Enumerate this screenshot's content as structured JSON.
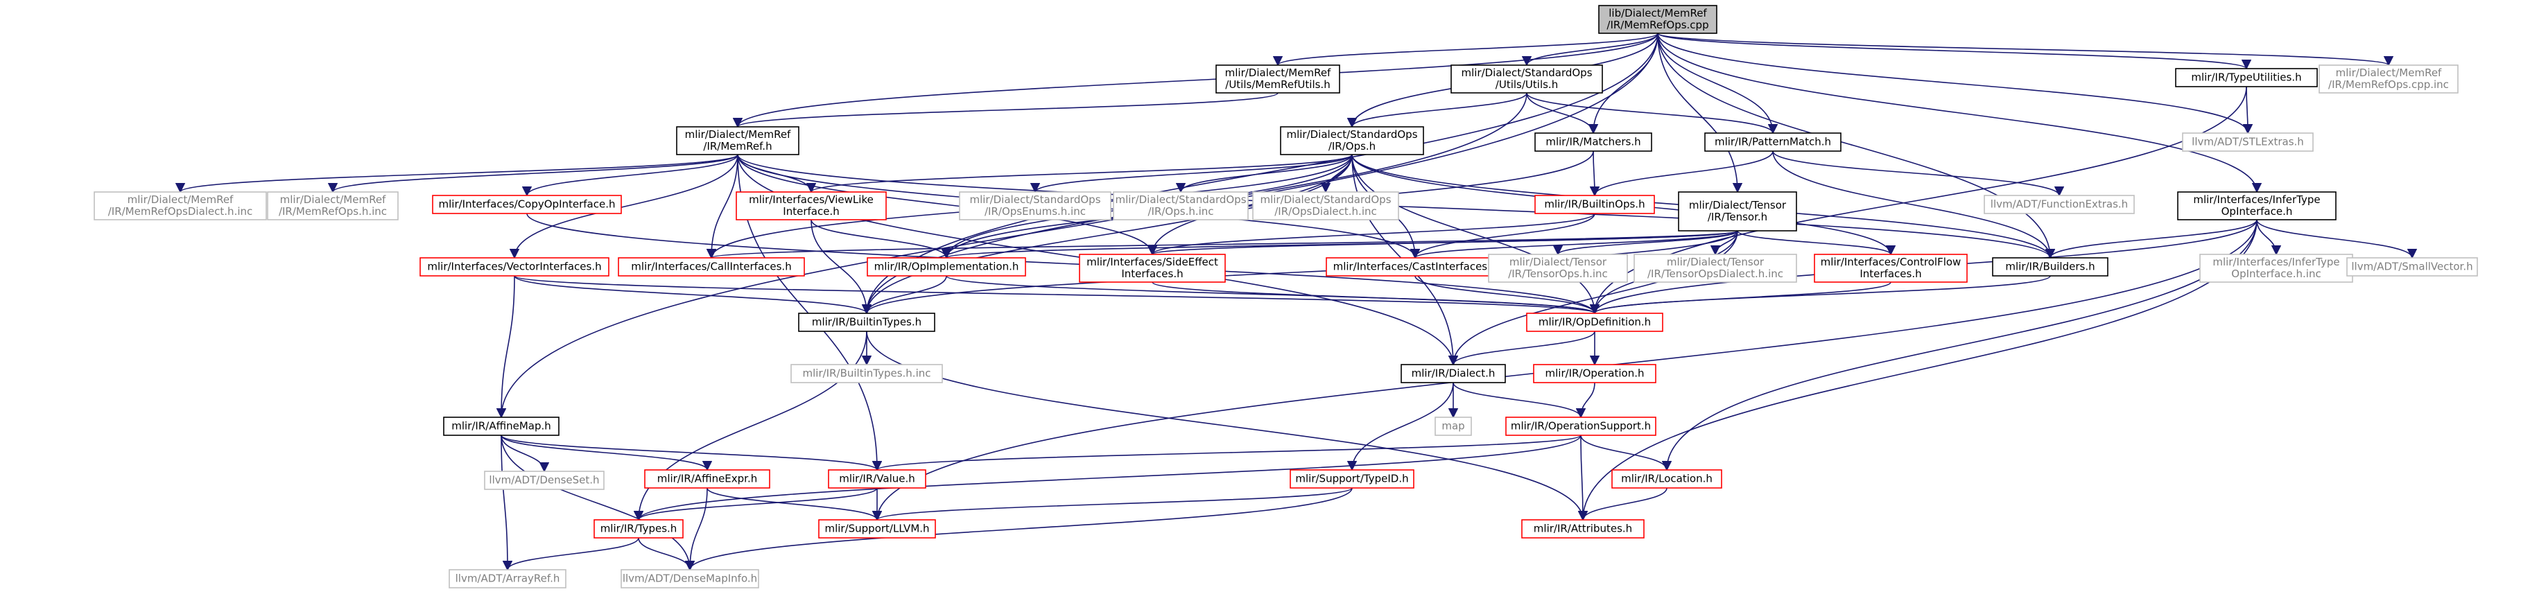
{
  "colors": {
    "edge": "#191970",
    "root_fill": "#bfbfbf",
    "normal_border": "#000000",
    "missing_border": "#bfbfbf",
    "missing_text": "#7f7f7f",
    "truncated_border": "#ff0000",
    "text": "#000000"
  },
  "nodes": [
    {
      "id": "root",
      "lines": [
        "lib/Dialect/MemRef",
        "/IR/MemRefOps.cpp"
      ],
      "kind": "root"
    },
    {
      "id": "memrefutils",
      "lines": [
        "mlir/Dialect/MemRef",
        "/Utils/MemRefUtils.h"
      ],
      "kind": "normal"
    },
    {
      "id": "stdutils",
      "lines": [
        "mlir/Dialect/StandardOps",
        "/Utils/Utils.h"
      ],
      "kind": "normal"
    },
    {
      "id": "typeutil",
      "lines": [
        "mlir/IR/TypeUtilities.h"
      ],
      "kind": "normal"
    },
    {
      "id": "memrefopscppinc",
      "lines": [
        "mlir/Dialect/MemRef",
        "/IR/MemRefOps.cpp.inc"
      ],
      "kind": "missing"
    },
    {
      "id": "memref",
      "lines": [
        "mlir/Dialect/MemRef",
        "/IR/MemRef.h"
      ],
      "kind": "normal"
    },
    {
      "id": "stdops",
      "lines": [
        "mlir/Dialect/StandardOps",
        "/IR/Ops.h"
      ],
      "kind": "normal"
    },
    {
      "id": "matchers",
      "lines": [
        "mlir/IR/Matchers.h"
      ],
      "kind": "normal"
    },
    {
      "id": "patternmatch",
      "lines": [
        "mlir/IR/PatternMatch.h"
      ],
      "kind": "normal"
    },
    {
      "id": "stlextras",
      "lines": [
        "llvm/ADT/STLExtras.h"
      ],
      "kind": "missing"
    },
    {
      "id": "memrefopsdialectinc",
      "lines": [
        "mlir/Dialect/MemRef",
        "/IR/MemRefOpsDialect.h.inc"
      ],
      "kind": "missing"
    },
    {
      "id": "memrefopsinc",
      "lines": [
        "mlir/Dialect/MemRef",
        "/IR/MemRefOps.h.inc"
      ],
      "kind": "missing"
    },
    {
      "id": "copyop",
      "lines": [
        "mlir/Interfaces/CopyOpInterface.h"
      ],
      "kind": "truncated"
    },
    {
      "id": "viewlike",
      "lines": [
        "mlir/Interfaces/ViewLike",
        "Interface.h"
      ],
      "kind": "truncated"
    },
    {
      "id": "opsenums",
      "lines": [
        "mlir/Dialect/StandardOps",
        "/IR/OpsEnums.h.inc"
      ],
      "kind": "missing"
    },
    {
      "id": "opshinc",
      "lines": [
        "mlir/Dialect/StandardOps",
        "/IR/Ops.h.inc"
      ],
      "kind": "missing"
    },
    {
      "id": "opsdialectinc",
      "lines": [
        "mlir/Dialect/StandardOps",
        "/IR/OpsDialect.h.inc"
      ],
      "kind": "missing"
    },
    {
      "id": "builtinops",
      "lines": [
        "mlir/IR/BuiltinOps.h"
      ],
      "kind": "truncated"
    },
    {
      "id": "tensor",
      "lines": [
        "mlir/Dialect/Tensor",
        "/IR/Tensor.h"
      ],
      "kind": "normal"
    },
    {
      "id": "functionextras",
      "lines": [
        "llvm/ADT/FunctionExtras.h"
      ],
      "kind": "missing"
    },
    {
      "id": "infertype",
      "lines": [
        "mlir/Interfaces/InferType",
        "OpInterface.h"
      ],
      "kind": "normal"
    },
    {
      "id": "vectorint",
      "lines": [
        "mlir/Interfaces/VectorInterfaces.h"
      ],
      "kind": "truncated"
    },
    {
      "id": "callint",
      "lines": [
        "mlir/Interfaces/CallInterfaces.h"
      ],
      "kind": "truncated"
    },
    {
      "id": "opimpl",
      "lines": [
        "mlir/IR/OpImplementation.h"
      ],
      "kind": "truncated"
    },
    {
      "id": "sideeffect",
      "lines": [
        "mlir/Interfaces/SideEffect",
        "Interfaces.h"
      ],
      "kind": "truncated"
    },
    {
      "id": "castint",
      "lines": [
        "mlir/Interfaces/CastInterfaces.h"
      ],
      "kind": "truncated"
    },
    {
      "id": "tensoropsinc",
      "lines": [
        "mlir/Dialect/Tensor",
        "/IR/TensorOps.h.inc"
      ],
      "kind": "missing"
    },
    {
      "id": "tensoropsdialectinc",
      "lines": [
        "mlir/Dialect/Tensor",
        "/IR/TensorOpsDialect.h.inc"
      ],
      "kind": "missing"
    },
    {
      "id": "controlflow",
      "lines": [
        "mlir/Interfaces/ControlFlow",
        "Interfaces.h"
      ],
      "kind": "truncated"
    },
    {
      "id": "builders",
      "lines": [
        "mlir/IR/Builders.h"
      ],
      "kind": "normal"
    },
    {
      "id": "infertypeinc",
      "lines": [
        "mlir/Interfaces/InferType",
        "OpInterface.h.inc"
      ],
      "kind": "missing"
    },
    {
      "id": "smallvector",
      "lines": [
        "llvm/ADT/SmallVector.h"
      ],
      "kind": "missing"
    },
    {
      "id": "builtintypes",
      "lines": [
        "mlir/IR/BuiltinTypes.h"
      ],
      "kind": "normal"
    },
    {
      "id": "opdef",
      "lines": [
        "mlir/IR/OpDefinition.h"
      ],
      "kind": "truncated"
    },
    {
      "id": "builtintypesinc",
      "lines": [
        "mlir/IR/BuiltinTypes.h.inc"
      ],
      "kind": "missing"
    },
    {
      "id": "dialect",
      "lines": [
        "mlir/IR/Dialect.h"
      ],
      "kind": "normal"
    },
    {
      "id": "operation",
      "lines": [
        "mlir/IR/Operation.h"
      ],
      "kind": "truncated"
    },
    {
      "id": "map",
      "lines": [
        "map"
      ],
      "kind": "missing"
    },
    {
      "id": "opsupport",
      "lines": [
        "mlir/IR/OperationSupport.h"
      ],
      "kind": "truncated"
    },
    {
      "id": "affinemap",
      "lines": [
        "mlir/IR/AffineMap.h"
      ],
      "kind": "normal"
    },
    {
      "id": "denseset",
      "lines": [
        "llvm/ADT/DenseSet.h"
      ],
      "kind": "missing"
    },
    {
      "id": "affineexpr",
      "lines": [
        "mlir/IR/AffineExpr.h"
      ],
      "kind": "truncated"
    },
    {
      "id": "value",
      "lines": [
        "mlir/IR/Value.h"
      ],
      "kind": "truncated"
    },
    {
      "id": "typeid",
      "lines": [
        "mlir/Support/TypeID.h"
      ],
      "kind": "truncated"
    },
    {
      "id": "location",
      "lines": [
        "mlir/IR/Location.h"
      ],
      "kind": "truncated"
    },
    {
      "id": "types",
      "lines": [
        "mlir/IR/Types.h"
      ],
      "kind": "truncated"
    },
    {
      "id": "llvm",
      "lines": [
        "mlir/Support/LLVM.h"
      ],
      "kind": "truncated"
    },
    {
      "id": "attributes",
      "lines": [
        "mlir/IR/Attributes.h"
      ],
      "kind": "truncated"
    },
    {
      "id": "arrayref",
      "lines": [
        "llvm/ADT/ArrayRef.h"
      ],
      "kind": "missing"
    },
    {
      "id": "densemapinfo",
      "lines": [
        "llvm/ADT/DenseMapInfo.h"
      ],
      "kind": "missing"
    }
  ],
  "edges": [
    [
      "root",
      "memrefutils"
    ],
    [
      "root",
      "stdutils"
    ],
    [
      "root",
      "typeutil"
    ],
    [
      "root",
      "memrefopscppinc"
    ],
    [
      "root",
      "memref"
    ],
    [
      "root",
      "stdops"
    ],
    [
      "root",
      "matchers"
    ],
    [
      "root",
      "patternmatch"
    ],
    [
      "root",
      "tensor"
    ],
    [
      "root",
      "infertype"
    ],
    [
      "root",
      "builders"
    ],
    [
      "root",
      "stlextras"
    ],
    [
      "root",
      "affinemap"
    ],
    [
      "root",
      "builtintypes"
    ],
    [
      "memrefutils",
      "memref"
    ],
    [
      "stdutils",
      "stdops"
    ],
    [
      "stdutils",
      "matchers"
    ],
    [
      "stdutils",
      "patternmatch"
    ],
    [
      "stdutils",
      "builtintypes"
    ],
    [
      "typeutil",
      "stlextras"
    ],
    [
      "typeutil",
      "opdef"
    ],
    [
      "memref",
      "memrefopsdialectinc"
    ],
    [
      "memref",
      "memrefopsinc"
    ],
    [
      "memref",
      "copyop"
    ],
    [
      "memref",
      "viewlike"
    ],
    [
      "memref",
      "vectorint"
    ],
    [
      "memref",
      "callint"
    ],
    [
      "memref",
      "sideeffect"
    ],
    [
      "memref",
      "castint"
    ],
    [
      "memref",
      "dialect"
    ],
    [
      "memref",
      "builders"
    ],
    [
      "stdops",
      "opsenums"
    ],
    [
      "stdops",
      "opshinc"
    ],
    [
      "stdops",
      "opsdialectinc"
    ],
    [
      "stdops",
      "viewlike"
    ],
    [
      "stdops",
      "callint"
    ],
    [
      "stdops",
      "opimpl"
    ],
    [
      "stdops",
      "sideeffect"
    ],
    [
      "stdops",
      "castint"
    ],
    [
      "stdops",
      "controlflow"
    ],
    [
      "stdops",
      "builders"
    ],
    [
      "stdops",
      "builtintypes"
    ],
    [
      "stdops",
      "dialect"
    ],
    [
      "stdops",
      "opdef"
    ],
    [
      "matchers",
      "builtinops"
    ],
    [
      "matchers",
      "opimpl"
    ],
    [
      "patternmatch",
      "builtinops"
    ],
    [
      "patternmatch",
      "functionextras"
    ],
    [
      "patternmatch",
      "builders"
    ],
    [
      "builtinops",
      "castint"
    ],
    [
      "builtinops",
      "sideeffect"
    ],
    [
      "tensor",
      "tensoropsinc"
    ],
    [
      "tensor",
      "tensoropsdialectinc"
    ],
    [
      "tensor",
      "controlflow"
    ],
    [
      "tensor",
      "builtintypes"
    ],
    [
      "tensor",
      "opimpl"
    ],
    [
      "tensor",
      "castint"
    ],
    [
      "tensor",
      "sideeffect"
    ],
    [
      "tensor",
      "dialect"
    ],
    [
      "tensor",
      "opdef"
    ],
    [
      "tensor",
      "callint"
    ],
    [
      "infertype",
      "infertypeinc"
    ],
    [
      "infertype",
      "smallvector"
    ],
    [
      "infertype",
      "builders"
    ],
    [
      "infertype",
      "opdef"
    ],
    [
      "infertype",
      "attributes"
    ],
    [
      "infertype",
      "location"
    ],
    [
      "infertype",
      "llvm"
    ],
    [
      "copyop",
      "opdef"
    ],
    [
      "viewlike",
      "opimpl"
    ],
    [
      "viewlike",
      "builtintypes"
    ],
    [
      "vectorint",
      "affinemap"
    ],
    [
      "vectorint",
      "opdef"
    ],
    [
      "vectorint",
      "builtintypes"
    ],
    [
      "opimpl",
      "builtintypes"
    ],
    [
      "opimpl",
      "opdef"
    ],
    [
      "sideeffect",
      "opdef"
    ],
    [
      "castint",
      "opdef"
    ],
    [
      "controlflow",
      "opdef"
    ],
    [
      "builders",
      "opdef"
    ],
    [
      "builtintypes",
      "builtintypesinc"
    ],
    [
      "builtintypes",
      "types"
    ],
    [
      "builtintypes",
      "attributes"
    ],
    [
      "opdef",
      "operation"
    ],
    [
      "opdef",
      "dialect"
    ],
    [
      "dialect",
      "map"
    ],
    [
      "dialect",
      "opsupport"
    ],
    [
      "dialect",
      "typeid"
    ],
    [
      "operation",
      "opsupport"
    ],
    [
      "opsupport",
      "location"
    ],
    [
      "opsupport",
      "attributes"
    ],
    [
      "opsupport",
      "value"
    ],
    [
      "opsupport",
      "types"
    ],
    [
      "affinemap",
      "denseset"
    ],
    [
      "affinemap",
      "affineexpr"
    ],
    [
      "affinemap",
      "value"
    ],
    [
      "affinemap",
      "arrayref"
    ],
    [
      "affinemap",
      "densemapinfo"
    ],
    [
      "affineexpr",
      "llvm"
    ],
    [
      "affineexpr",
      "densemapinfo"
    ],
    [
      "value",
      "types"
    ],
    [
      "value",
      "llvm"
    ],
    [
      "typeid",
      "llvm"
    ],
    [
      "typeid",
      "densemapinfo"
    ],
    [
      "location",
      "attributes"
    ],
    [
      "types",
      "arrayref"
    ],
    [
      "types",
      "densemapinfo"
    ],
    [
      "memref",
      "value"
    ]
  ]
}
